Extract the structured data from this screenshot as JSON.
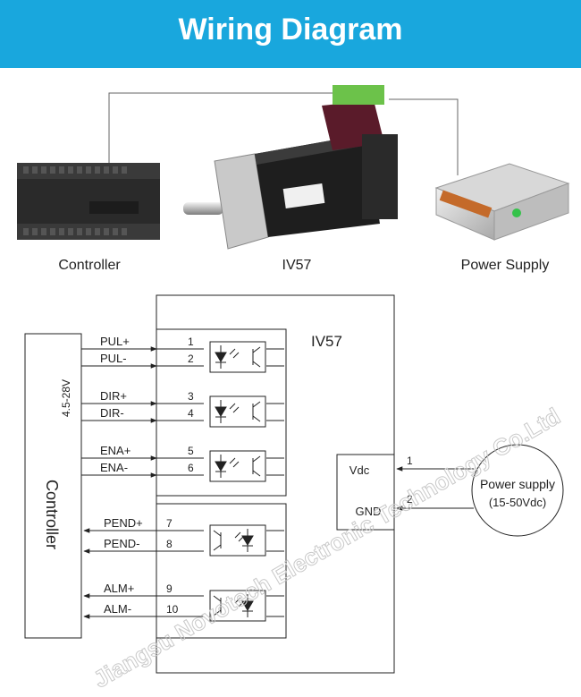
{
  "header": {
    "title": "Wiring Diagram",
    "color": "#19a7dd"
  },
  "products": {
    "controller": "Controller",
    "motor": "IV57",
    "power_supply": "Power Supply"
  },
  "diagram": {
    "drive_label": "IV57",
    "controller_label": "Controller",
    "voltage_label": "4.5-28V",
    "inputs": [
      {
        "plus": "PUL+",
        "minus": "PUL-",
        "pin_plus": "1",
        "pin_minus": "2"
      },
      {
        "plus": "DIR+",
        "minus": "DIR-",
        "pin_plus": "3",
        "pin_minus": "4"
      },
      {
        "plus": "ENA+",
        "minus": "ENA-",
        "pin_plus": "5",
        "pin_minus": "6"
      }
    ],
    "outputs": [
      {
        "plus": "PEND+",
        "minus": "PEND-",
        "pin_plus": "7",
        "pin_minus": "8"
      },
      {
        "plus": "ALM+",
        "minus": "ALM-",
        "pin_plus": "9",
        "pin_minus": "10"
      }
    ],
    "power": {
      "vdc": "Vdc",
      "gnd": "GND",
      "pin_vdc": "1",
      "pin_gnd": "2",
      "supply_line1": "Power supply",
      "supply_line2": "(15-50Vdc)"
    }
  },
  "watermark": "Jiangsu Novotech Electronic Technology Co.Ltd"
}
